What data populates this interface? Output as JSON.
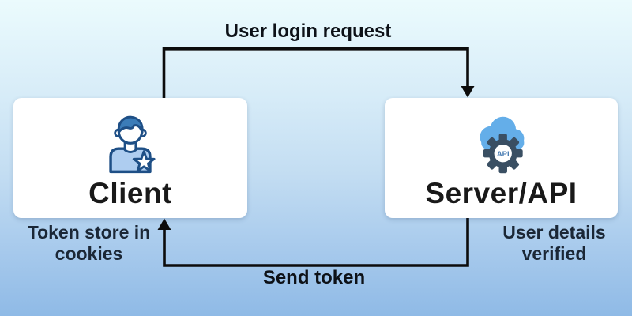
{
  "diagram": {
    "type": "flow-diagram",
    "topic": "token-based authentication flow",
    "nodes": [
      {
        "id": "client",
        "label": "Client",
        "icon": "user-star-icon"
      },
      {
        "id": "server",
        "label": "Server/API",
        "icon": "cloud-gear-api-icon",
        "icon_text": "API"
      }
    ],
    "edges": [
      {
        "from": "client",
        "to": "server",
        "label": "User login request",
        "position": "top"
      },
      {
        "from": "server",
        "to": "client",
        "label": "Send token",
        "position": "bottom"
      }
    ],
    "annotations": [
      {
        "target": "client",
        "line1": "Token store in",
        "line2": "cookies"
      },
      {
        "target": "server",
        "line1": "User details",
        "line2": "verified"
      }
    ],
    "colors": {
      "background_top": "#ebfbfd",
      "background_bottom": "#8fbae6",
      "node_background": "#ffffff",
      "arrow": "#0c0c0c",
      "node_label_text": "#191919",
      "annotation_text": "#1b2736",
      "icon_outline_blue": "#1e4f86",
      "icon_hair_blue": "#3b7cb8",
      "icon_shirt_blue": "#aecdf0",
      "icon_cloud_blue": "#64aee9",
      "icon_gear_slate": "#3a4f63",
      "icon_api_text": "#4a7db3"
    }
  }
}
